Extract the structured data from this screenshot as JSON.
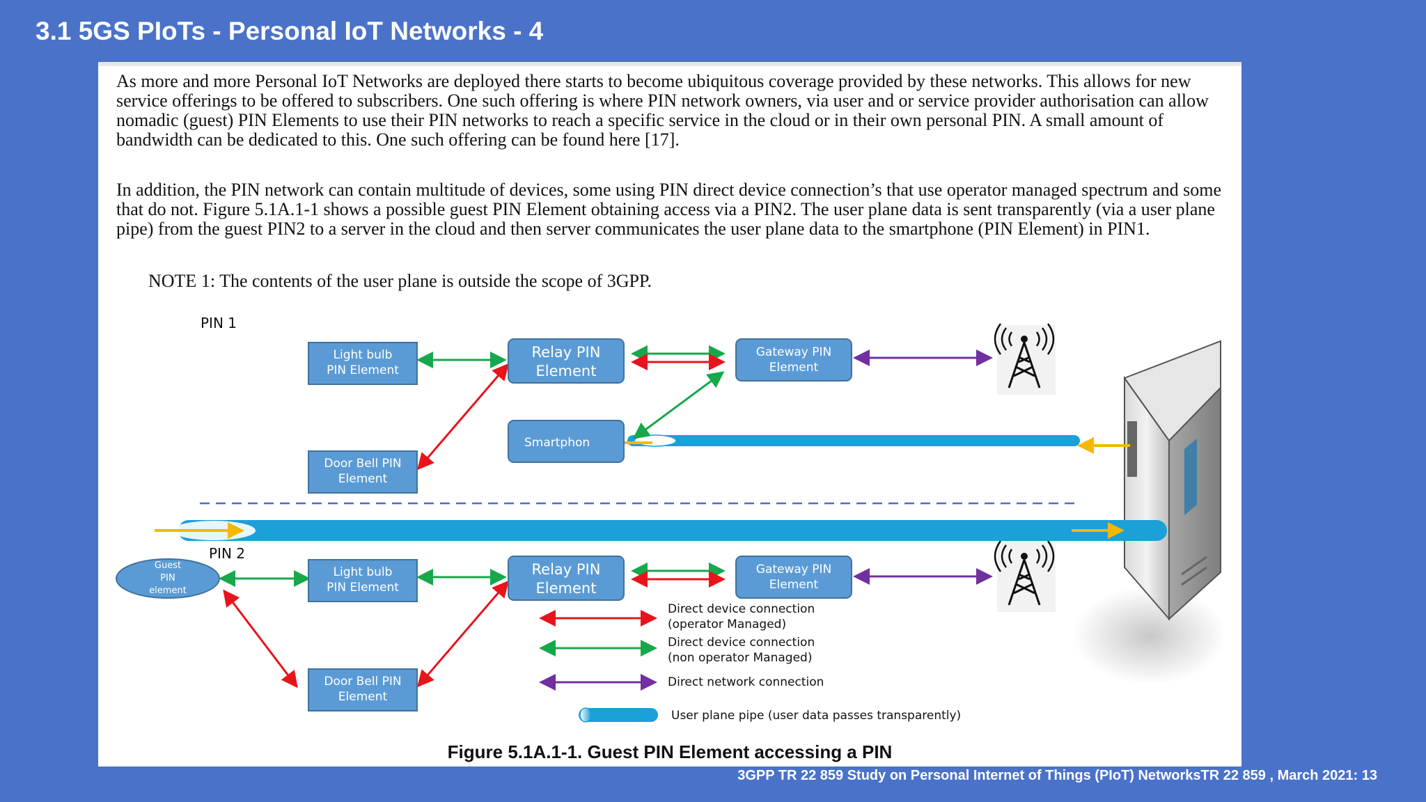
{
  "slide": {
    "title": "3.1 5GS PIoTs - Personal IoT Networks - 4",
    "footer": "3GPP  TR 22 859 Study on Personal Internet of Things (PIoT) NetworksTR 22 859 , March 2021: 13"
  },
  "document": {
    "paragraph1": "As more and more Personal IoT Networks are deployed there starts to become ubiquitous coverage provided by these networks. This allows for new service offerings to be offered to subscribers. One such offering is where PIN network owners, via user and or service provider authorisation can allow nomadic (guest) PIN Elements to use their PIN networks to reach a specific service in the cloud or in their own personal PIN. A small amount of bandwidth can be dedicated to this. One such offering can be found here [17].",
    "paragraph2": "In addition, the PIN network can contain multitude of devices, some using PIN direct device connection’s that use operator managed spectrum and some that do not. Figure 5.1A.1-1 shows a possible guest PIN Element obtaining access via a PIN2. The user plane data is sent transparently (via a user plane pipe) from the guest PIN2 to a server in the cloud and then server communicates the user plane data to the smartphone (PIN Element) in PIN1.",
    "note": "NOTE 1:   The contents of the user plane is outside the scope of 3GPP."
  },
  "diagram": {
    "pin1_label": "PIN 1",
    "pin2_label": "PIN 2",
    "pin1": {
      "lightbulb": [
        "Light bulb",
        "PIN Element"
      ],
      "relay": [
        "Relay PIN",
        "Element"
      ],
      "gateway": [
        "Gateway PIN",
        "Element"
      ],
      "doorbell": [
        "Door Bell PIN",
        "Element"
      ],
      "smartphone": "Smartphon"
    },
    "pin2": {
      "guest": [
        "Guest",
        "PIN",
        "element"
      ],
      "lightbulb": [
        "Light bulb",
        "PIN Element"
      ],
      "relay": [
        "Relay PIN",
        "Element"
      ],
      "gateway": [
        "Gateway PIN",
        "Element"
      ],
      "doorbell": [
        "Door Bell PIN",
        "Element"
      ]
    },
    "legend": {
      "red": [
        "Direct device connection",
        "(operator Managed)"
      ],
      "green": [
        "Direct device connection",
        "(non operator Managed)"
      ],
      "purple": "Direct network connection",
      "pipe": "User plane pipe (user data passes transparently)"
    },
    "colors": {
      "box_fill": "#5b9bd5",
      "box_border": "#41719c",
      "red": "#e8141b",
      "green": "#16a84a",
      "purple": "#7030a0",
      "yellow": "#f5b800",
      "pipe": "#1ba0d8"
    },
    "caption": "Figure 5.1A.1-1. Guest PIN Element accessing a PIN"
  }
}
